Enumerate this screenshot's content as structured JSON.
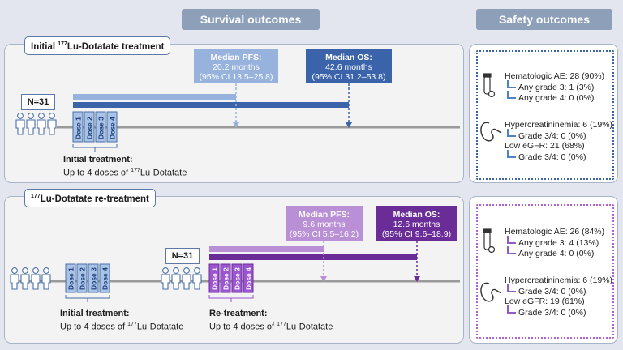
{
  "headers": {
    "survival": "Survival outcomes",
    "safety": "Safety outcomes"
  },
  "top": {
    "title_pre": "Initial ",
    "title_sup": "177",
    "title_post": "Lu-Dotatate treatment",
    "n": "N=31",
    "doses": [
      "Dose 1",
      "Dose 2",
      "Dose 3",
      "Dose 4"
    ],
    "pfs": {
      "title": "Median PFS:",
      "value": "20.2 months",
      "ci": "(95% CI 13.5–25.8)"
    },
    "os": {
      "title": "Median OS:",
      "value": "42.6 months",
      "ci": "(95% CI 31.2–53.8)"
    },
    "caption_title": "Initial treatment:",
    "caption_pre": "Up to 4 doses of ",
    "caption_sup": "177",
    "caption_post": "Lu-Dotatate"
  },
  "bottom": {
    "title_sup": "177",
    "title_post": "Lu-Dotatate re-treatment",
    "n": "N=31",
    "doses_initial": [
      "Dose 1",
      "Dose 2",
      "Dose 3",
      "Dose 4"
    ],
    "doses_re": [
      "Dose 1",
      "Dose 2",
      "Dose 3",
      "Dose 4"
    ],
    "pfs": {
      "title": "Median PFS:",
      "value": "9.6 months",
      "ci": "(95% CI 5.5–16.2)"
    },
    "os": {
      "title": "Median OS:",
      "value": "12.6 months",
      "ci": "(95% CI 9.6–18.9)"
    },
    "caption1_title": "Initial treatment:",
    "caption1_pre": "Up to 4 doses of ",
    "caption1_sup": "177",
    "caption1_post": "Lu-Dotatate",
    "caption2_title": "Re-treatment:",
    "caption2_pre": "Up to 4 doses of ",
    "caption2_sup": "177",
    "caption2_post": "Lu-Dotatate"
  },
  "safety_top": {
    "hem": "Hematologic AE: 28 (90%)",
    "hem_g3": "Any grade 3: 1 (3%)",
    "hem_g4": "Any grade 4: 0 (0%)",
    "hyper": "Hypercreatininemia: 6 (19%)",
    "hyper_g34": "Grade 3/4: 0 (0%)",
    "egfr": "Low eGFR: 21 (68%)",
    "egfr_g34": "Grade 3/4: 0 (0%)"
  },
  "safety_bottom": {
    "hem": "Hematologic AE: 26 (84%)",
    "hem_g3": "Any grade 3: 4 (13%)",
    "hem_g4": "Any grade 4: 0 (0%)",
    "hyper": "Hypercreatininemia: 6 (19%)",
    "hyper_g34": "Grade 3/4: 0 (0%)",
    "egfr": "Low eGFR: 19 (61%)",
    "egfr_g34": "Grade 3/4: 0 (0%)"
  },
  "colors": {
    "blue_dark": "#3a63aa",
    "blue_light": "#97b2dc",
    "purple_dark": "#6a2d98",
    "purple_light": "#b98fd6",
    "dose_blue": "#a9c3e8",
    "dose_purple": "#9a55cf"
  },
  "icons": [
    "people-icon",
    "blood-tube-icon",
    "kidney-icon",
    "arrow-icon"
  ]
}
